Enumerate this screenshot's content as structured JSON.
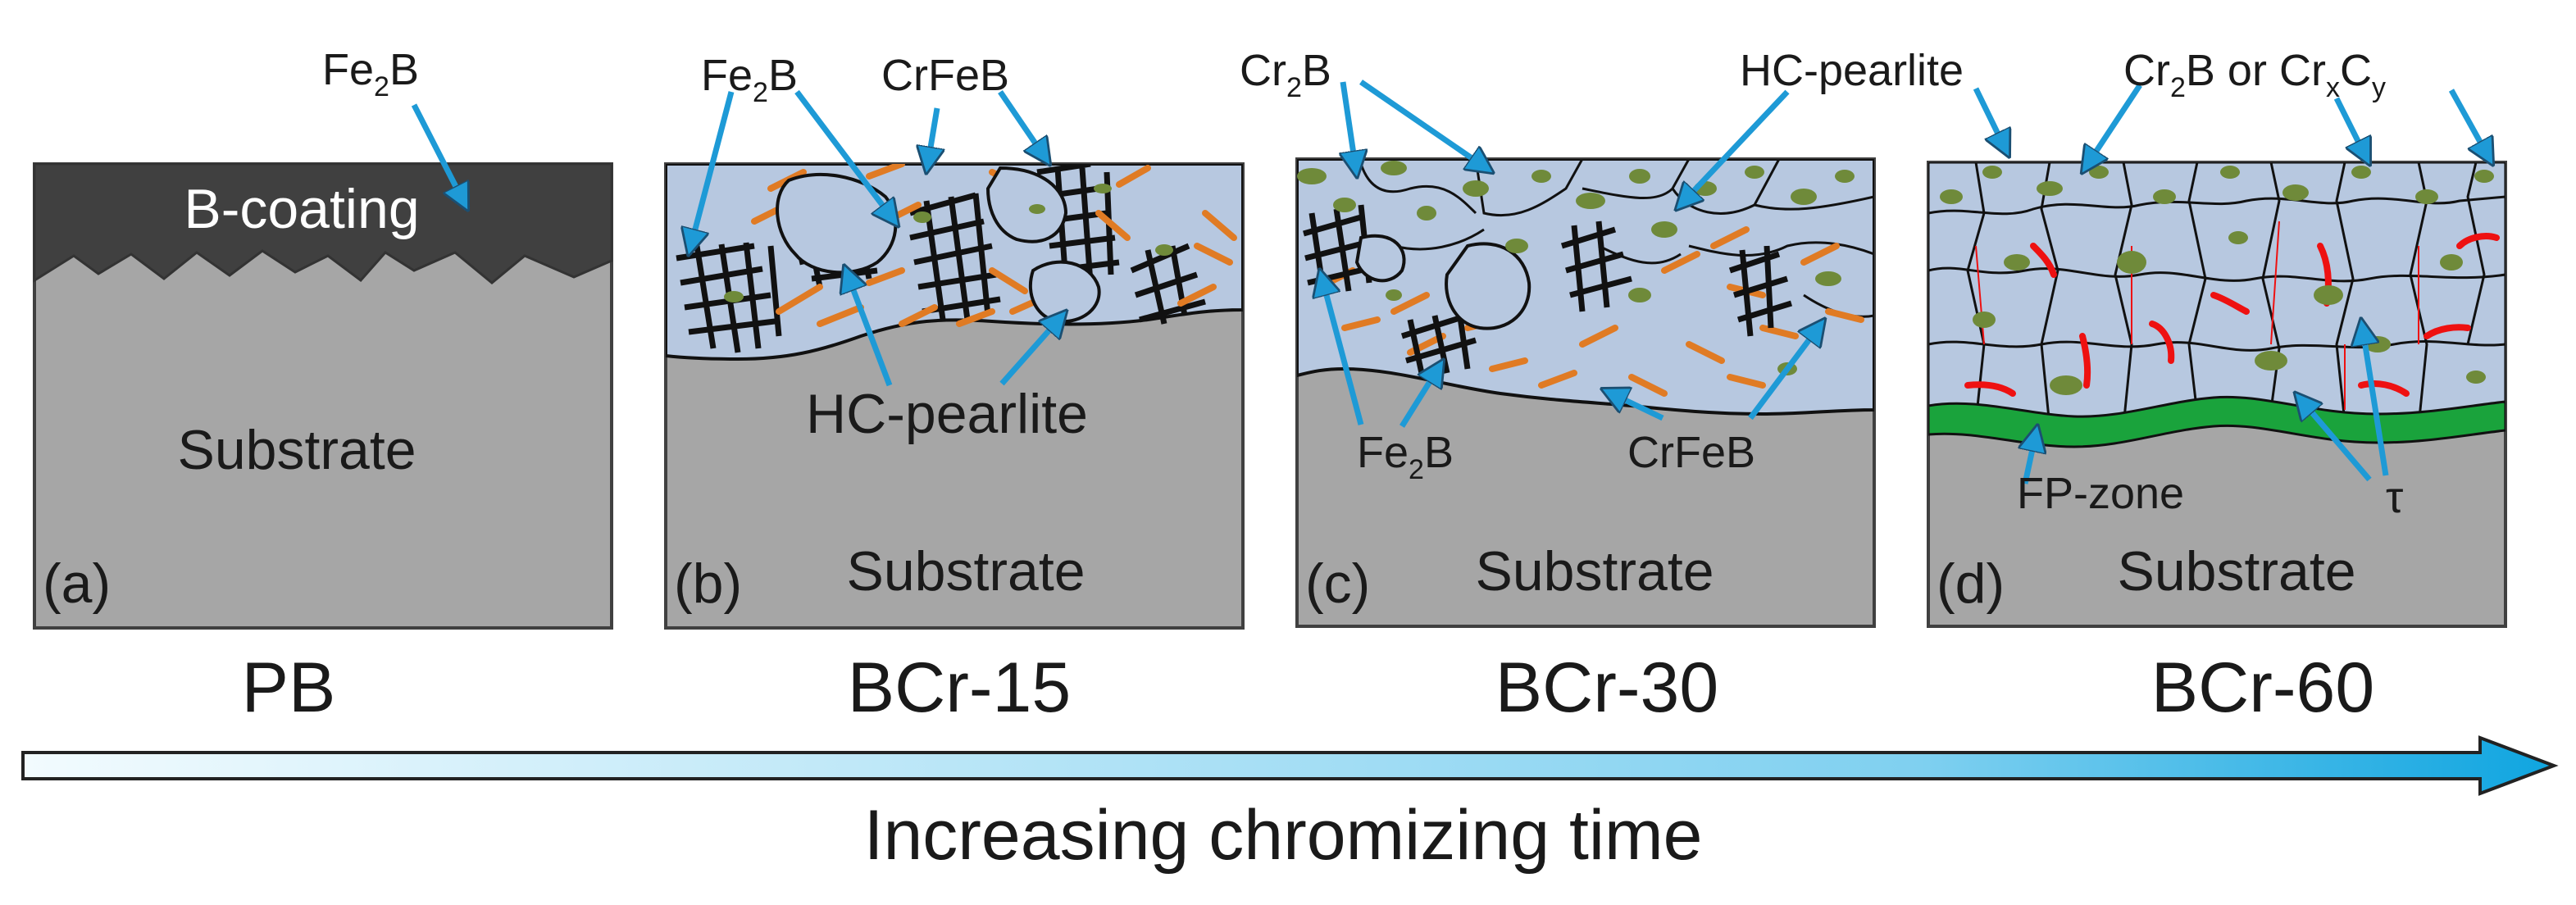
{
  "panels": [
    {
      "tag": "(a)",
      "caption": "PB",
      "coating_label": "B-coating",
      "substrate_label": "Substrate",
      "callouts": {
        "fe2b": {
          "base": "Fe",
          "sub": "2",
          "tail": "B"
        }
      }
    },
    {
      "tag": "(b)",
      "caption": "BCr-15",
      "substrate_label": "Substrate",
      "callouts": {
        "fe2b": {
          "base": "Fe",
          "sub": "2",
          "tail": "B"
        },
        "crfeb": "CrFeB",
        "hc_pearlite": "HC-pearlite"
      }
    },
    {
      "tag": "(c)",
      "caption": "BCr-30",
      "substrate_label": "Substrate",
      "callouts": {
        "cr2b": {
          "base": "Cr",
          "sub": "2",
          "tail": "B"
        },
        "hc_pearlite": "HC-pearlite",
        "fe2b": {
          "base": "Fe",
          "sub": "2",
          "tail": "B"
        },
        "crfeb": "CrFeB"
      }
    },
    {
      "tag": "(d)",
      "caption": "BCr-60",
      "substrate_label": "Substrate",
      "callouts": {
        "cr2b_or": {
          "a": "Cr",
          "a_sub": "2",
          "b": "B or Cr",
          "b_sub": "x",
          "c": "C",
          "c_sub": "y"
        },
        "fp_zone": "FP-zone",
        "tau": "τ"
      }
    }
  ],
  "timeline": {
    "label": "Increasing chromizing time"
  },
  "colors": {
    "substrate": "#a6a6a6",
    "coating_dark": "#404040",
    "grain_blue": "#b7c8e0",
    "pearlite_black": "#111111",
    "crfeb_orange": "#e07b24",
    "cr2b_green": "#6f8a3a",
    "fp_zone_green": "#1aa33c",
    "tau_red": "#ee1111",
    "arrow_blue": "#1e9ad6",
    "arrow_light": "#e6f6fc"
  }
}
